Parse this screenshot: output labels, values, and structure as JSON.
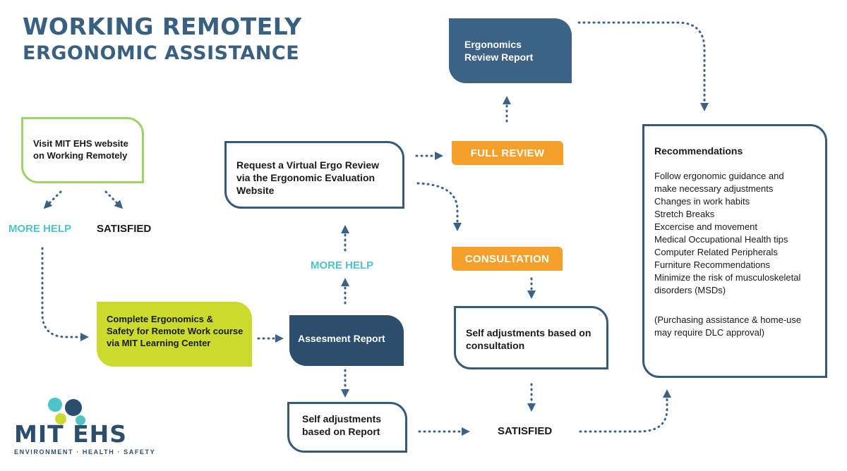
{
  "title": {
    "line1": "WORKING REMOTELY",
    "line2": "ERGONOMIC ASSISTANCE"
  },
  "nodes": {
    "visit_website": "Visit MIT EHS website\non Working Remotely",
    "request_review": "Request a Virtual Ergo Review\nvia the Ergonomic Evaluation\nWebsite",
    "ergonomics_report": "Ergonomics\nReview Report",
    "complete_course": "Complete Ergonomics &\nSafety for Remote Work course\nvia MIT Learning Center",
    "assessment_report": "Assesment Report",
    "self_adj_report": "Self adjustments\nbased on Report",
    "self_adj_consultation": "Self adjustments based on\nconsultation"
  },
  "badges": {
    "full_review": "FULL REVIEW",
    "consultation": "CONSULTATION"
  },
  "labels": {
    "more_help_left": "MORE HELP",
    "satisfied_left": "SATISFIED",
    "more_help_center": "MORE HELP",
    "satisfied_bottom": "SATISFIED"
  },
  "recommendations": {
    "heading": "Recommendations",
    "items": [
      "Follow ergonomic guidance and",
      "make necessary adjustments",
      "Changes in work habits",
      "Stretch Breaks",
      "Excercise and movement",
      "Medical Occupational Health tips",
      "Computer Related Peripherals",
      "Furniture Recommendations",
      "Minimize the risk of musculoskeletal",
      "disorders (MSDs)"
    ],
    "note": "(Purchasing assistance & home-use\nmay require DLC approval)"
  },
  "logo": {
    "name": "MIT EHS",
    "tagline": "ENVIRONMENT · HEALTH · SAFETY"
  },
  "colors": {
    "title": "#3a6080",
    "navy": "#2c4d6b",
    "steel": "#3c6286",
    "orange": "#f5a02a",
    "teal": "#4ec3c9",
    "lime": "#cbdb2d",
    "green_outline": "#9ed26a"
  }
}
